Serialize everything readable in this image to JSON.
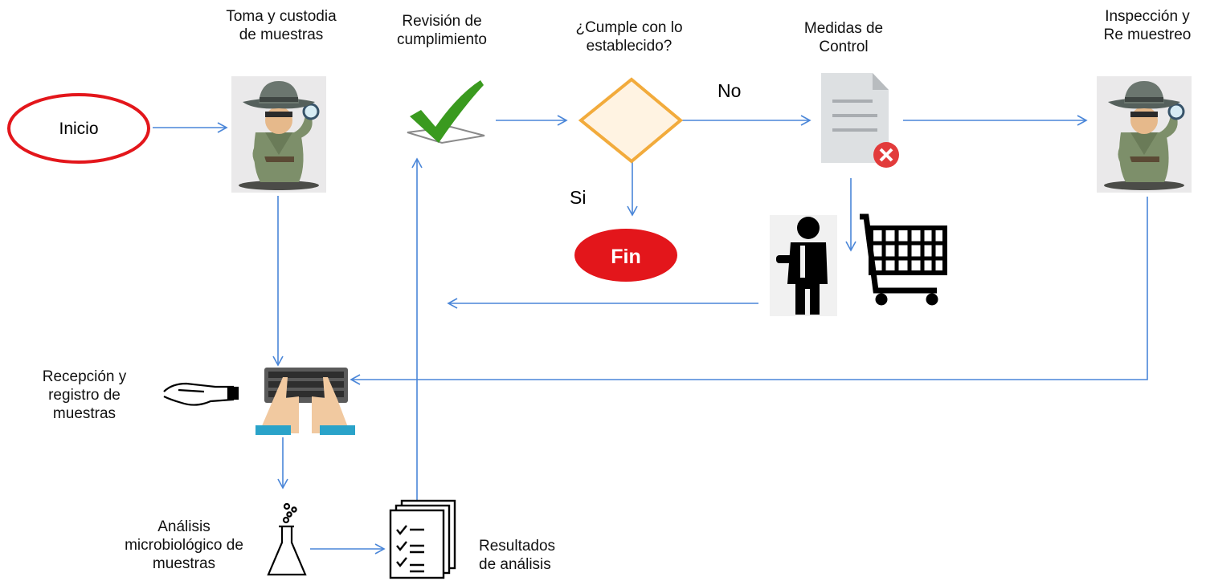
{
  "colors": {
    "arrow": "#4a86d8",
    "start_border": "#e3161b",
    "end_fill": "#e3161b",
    "decision_border": "#f2ab3c",
    "check": "#3a9a1f"
  },
  "nodes": {
    "inicio": "Inicio",
    "fin": "Fin",
    "toma_muestras": [
      "Toma y custodia",
      "de muestras"
    ],
    "revision": [
      "Revisión de",
      "cumplimiento"
    ],
    "cumple": [
      "¿Cumple con lo",
      "establecido?"
    ],
    "medidas": [
      "Medidas de",
      "Control"
    ],
    "inspeccion": [
      "Inspección y",
      "Re muestreo"
    ],
    "recepcion": [
      "Recepción y",
      "registro  de",
      "muestras"
    ],
    "analisis": [
      "Análisis",
      "microbiológico de",
      "muestras"
    ],
    "resultados": [
      "Resultados",
      "de análisis"
    ]
  },
  "edges": {
    "no": "No",
    "si": "Si"
  },
  "icons": [
    "detective-icon",
    "checkmark-icon",
    "document-reject-icon",
    "person-icon",
    "shopping-cart-icon",
    "hand-icon",
    "keyboard-typing-icon",
    "flask-icon",
    "checklist-icon"
  ]
}
